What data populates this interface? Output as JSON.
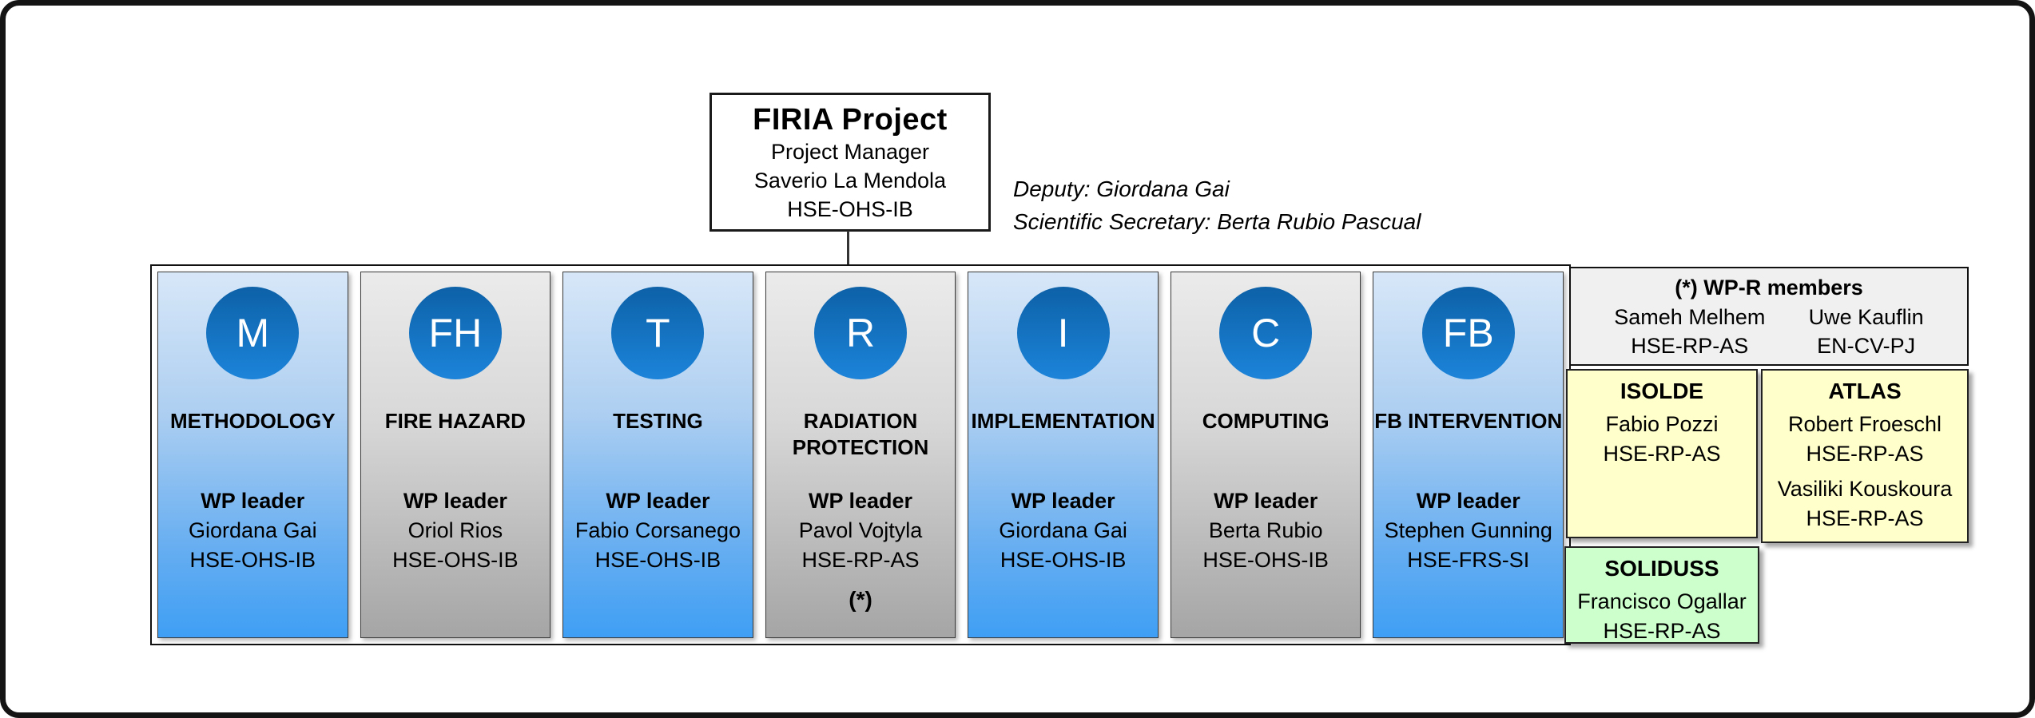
{
  "header": {
    "title": "FIRIA Project",
    "role": "Project Manager",
    "name": "Saverio La Mendola",
    "dept": "HSE-OHS-IB"
  },
  "notes": {
    "deputy": "Deputy: Giordana Gai",
    "secretary": "Scientific Secretary: Berta Rubio Pascual"
  },
  "labels": {
    "wp_leader": "WP leader"
  },
  "work_packages": [
    {
      "code": "M",
      "title": "METHODOLOGY",
      "leader": "Giordana Gai",
      "dept": "HSE-OHS-IB",
      "footnote": "",
      "theme": "blue"
    },
    {
      "code": "FH",
      "title": "FIRE HAZARD",
      "leader": "Oriol Rios",
      "dept": "HSE-OHS-IB",
      "footnote": "",
      "theme": "gray"
    },
    {
      "code": "T",
      "title": "TESTING",
      "leader": "Fabio Corsanego",
      "dept": "HSE-OHS-IB",
      "footnote": "",
      "theme": "blue"
    },
    {
      "code": "R",
      "title": "RADIATION PROTECTION",
      "leader": "Pavol Vojtyla",
      "dept": "HSE-RP-AS",
      "footnote": "(*)",
      "theme": "gray"
    },
    {
      "code": "I",
      "title": "IMPLEMENTATION",
      "leader": "Giordana Gai",
      "dept": "HSE-OHS-IB",
      "footnote": "",
      "theme": "blue"
    },
    {
      "code": "C",
      "title": "COMPUTING",
      "leader": "Berta Rubio",
      "dept": "HSE-OHS-IB",
      "footnote": "",
      "theme": "gray"
    },
    {
      "code": "FB",
      "title": "FB INTERVENTION",
      "leader": "Stephen Gunning",
      "dept": "HSE-FRS-SI",
      "footnote": "",
      "theme": "blue"
    }
  ],
  "wpr_members": {
    "title": "(*) WP-R members",
    "members": [
      {
        "name": "Sameh Melhem",
        "dept": "HSE-RP-AS"
      },
      {
        "name": "Uwe Kauflin",
        "dept": "EN-CV-PJ"
      }
    ]
  },
  "groups": [
    {
      "name": "ISOLDE",
      "color": "#FFFFCC",
      "members": [
        {
          "name": "Fabio Pozzi",
          "dept": "HSE-RP-AS"
        }
      ]
    },
    {
      "name": "ATLAS",
      "color": "#FFFFCC",
      "members": [
        {
          "name": "Robert Froeschl",
          "dept": "HSE-RP-AS"
        },
        {
          "name": "Vasiliki Kouskoura",
          "dept": "HSE-RP-AS"
        }
      ]
    },
    {
      "name": "SOLIDUSS",
      "color": "#CCFFCC",
      "members": [
        {
          "name": "Francisco Ogallar",
          "dept": "HSE-RP-AS"
        }
      ]
    }
  ],
  "colors": {
    "circle_blue": "#1474BC",
    "column_blue_top": "#D7E7F8",
    "column_blue_bottom": "#3F9FF4",
    "column_gray_top": "#EBEBEB",
    "column_gray_bottom": "#A5A5A5",
    "wpr_box_gray": "#F0F0F0",
    "group_yellow": "#FFFFCC",
    "group_green": "#CCFFCC"
  }
}
